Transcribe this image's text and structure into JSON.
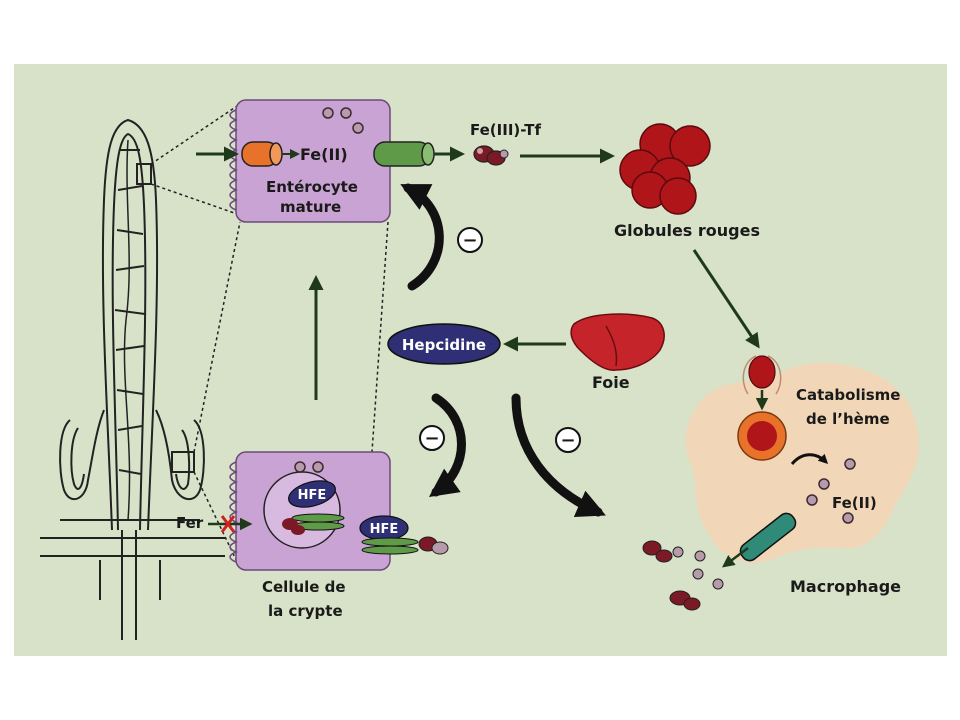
{
  "labels": {
    "fe2_top": "Fe(II)",
    "enterocyte_line1": "Entérocyte",
    "enterocyte_line2": "mature",
    "fe3_tf": "Fe(III)-Tf",
    "globules": "Globules rouges",
    "hepcidine": "Hepcidine",
    "foie": "Foie",
    "catabolisme_line1": "Catabolisme",
    "catabolisme_line2": "de l’hème",
    "fe2_macro": "Fe(II)",
    "macrophage": "Macrophage",
    "fer": "Fer",
    "hfe_inner": "HFE",
    "hfe_outer": "HFE",
    "crypte_line1": "Cellule de",
    "crypte_line2": "la crypte",
    "minus": "−"
  },
  "colors": {
    "panel_bg": "#d7e2c8",
    "cell_fill": "#c9a3d4",
    "macrophage_fill": "#f1d7b8",
    "arrow_green": "#1f3a1b",
    "red_cell": "#b0151a",
    "liver": "#c4242a",
    "hepcidine_bg": "#2e2f74",
    "transporter_orange": "#e8722a",
    "transporter_green": "#5f9a48",
    "transporter_teal": "#2f8a78"
  },
  "icons": [
    "intestinal-villus-icon",
    "liver-icon",
    "red-blood-cell-icon",
    "transporter-icon",
    "inhibition-icon",
    "iron-particle-icon",
    "transferrin-icon"
  ]
}
